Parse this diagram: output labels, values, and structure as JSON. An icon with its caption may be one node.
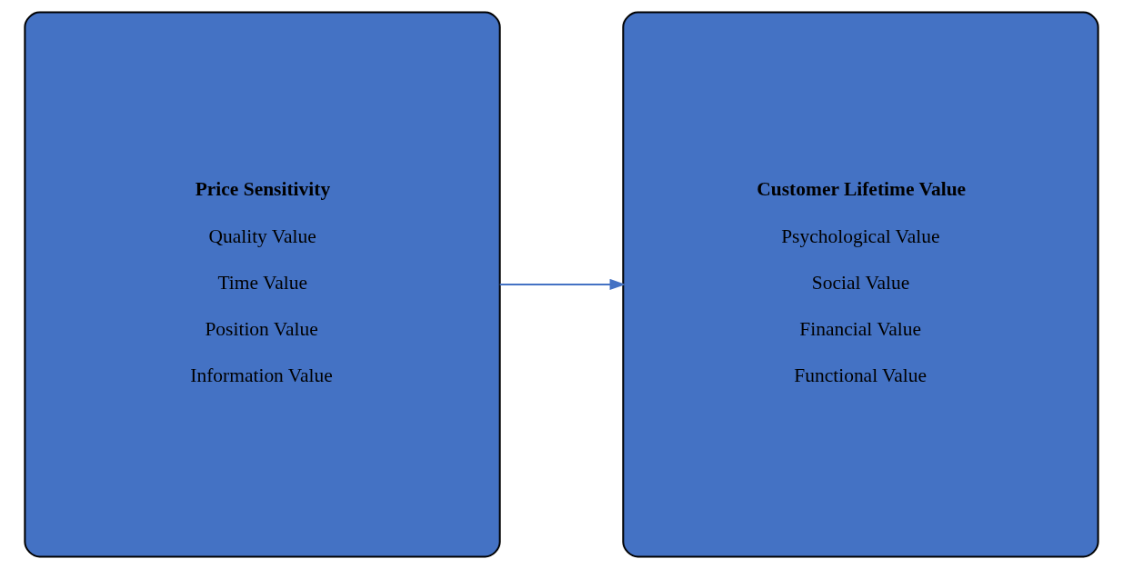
{
  "diagram": {
    "nodes": [
      {
        "text": [
          "Price Sensitivity",
          "Quality Value",
          "Time Value",
          "Position Value",
          "Information Value"
        ]
      },
      {
        "text": [
          "Customer Lifetime Value",
          "Psychological Value",
          "Social Value",
          "Financial Value",
          "Functional Value"
        ]
      }
    ],
    "edges": [
      {
        "from": 0,
        "to": 1,
        "arrow": "to",
        "color": "#4472c4"
      }
    ]
  }
}
